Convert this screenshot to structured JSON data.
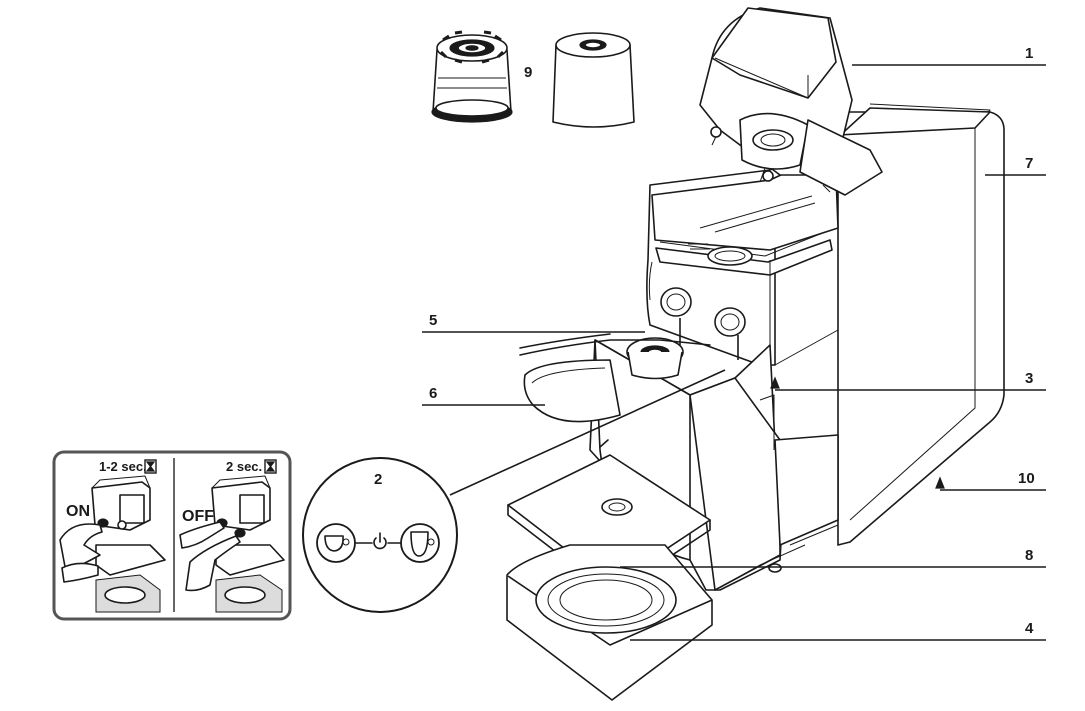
{
  "callouts": [
    {
      "id": "1",
      "label": "1"
    },
    {
      "id": "2",
      "label": "2"
    },
    {
      "id": "3",
      "label": "3"
    },
    {
      "id": "4",
      "label": "4"
    },
    {
      "id": "5",
      "label": "5"
    },
    {
      "id": "6",
      "label": "6"
    },
    {
      "id": "7",
      "label": "7"
    },
    {
      "id": "8",
      "label": "8"
    },
    {
      "id": "9",
      "label": "9"
    },
    {
      "id": "10",
      "label": "10"
    }
  ],
  "inset": {
    "left": {
      "timer": "1-2 sec.",
      "state": "ON"
    },
    "right": {
      "timer": "2 sec.",
      "state": "OFF"
    }
  },
  "icons": {
    "hourglass": "hourglass-icon",
    "espresso_cup": "espresso-cup-icon",
    "lungo_cup": "lungo-cup-icon",
    "power": "power-icon"
  },
  "colors": {
    "line": "#1a1a1a",
    "background": "#ffffff",
    "inset_frame": "#555555"
  }
}
